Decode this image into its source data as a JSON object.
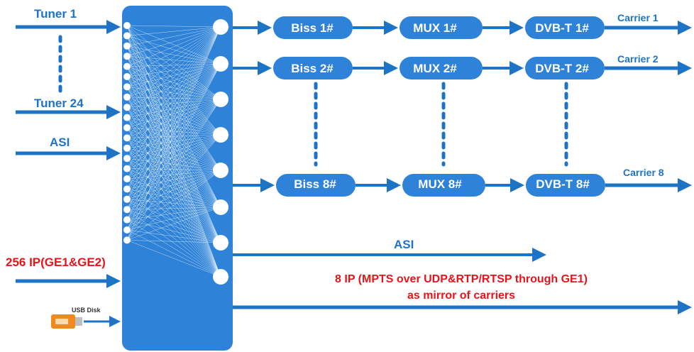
{
  "colors": {
    "flow_blue": "#1d73c5",
    "box_blue": "#2e83d8",
    "highlight_red": "#e8141b",
    "usb_orange": "#f0891e"
  },
  "inputs": {
    "tuner_first": "Tuner 1",
    "tuner_last": "Tuner 24",
    "asi": "ASI",
    "ip": "256 IP(GE1&GE2)",
    "usb": "USB Disk"
  },
  "chains": [
    {
      "biss": "Biss 1#",
      "mux": "MUX 1#",
      "modulator": "DVB-T 1#",
      "carrier": "Carrier 1"
    },
    {
      "biss": "Biss 2#",
      "mux": "MUX 2#",
      "modulator": "DVB-T 2#",
      "carrier": "Carrier 2"
    },
    {
      "biss": "Biss 8#",
      "mux": "MUX 8#",
      "modulator": "DVB-T 8#",
      "carrier": "Carrier 8"
    }
  ],
  "outputs": {
    "asi": "ASI",
    "ip_line1": "8 IP (MPTS over UDP&RTP/RTSP through GE1)",
    "ip_line2": "as mirror of carriers"
  },
  "icons": {
    "matrix": "crosspoint-matrix",
    "usb": "usb-disk-icon",
    "arrow": "arrow-right-icon"
  }
}
